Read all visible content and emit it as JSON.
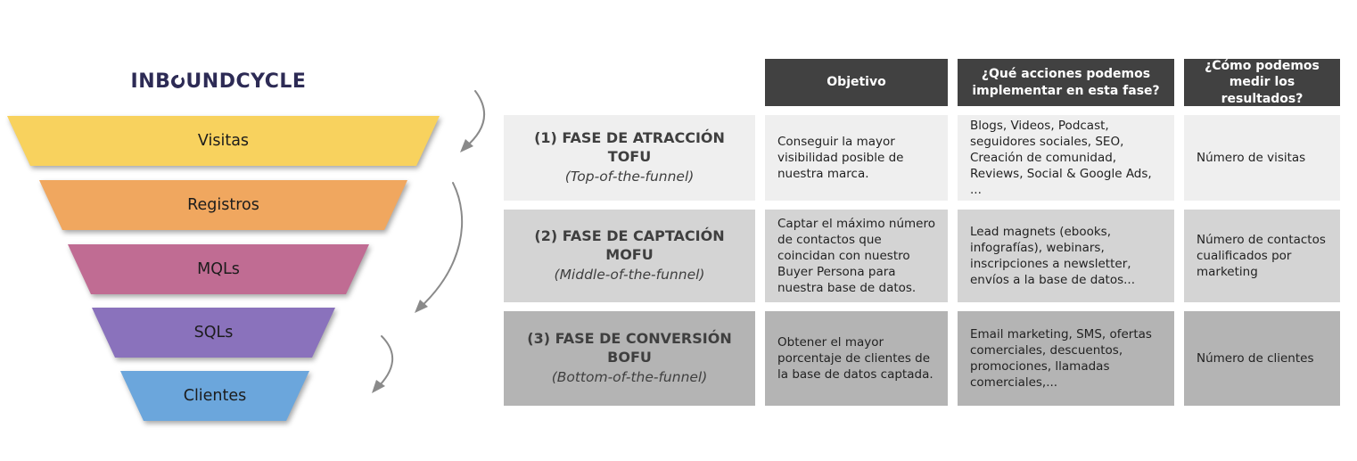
{
  "brand": {
    "logo_text": "INBOUNDCYCLE",
    "logo_pre": "INB",
    "logo_post": "UNDCYCLE",
    "color": "#2D2B55"
  },
  "colors": {
    "header_bg": "#414141",
    "header_text": "#FFFFFF",
    "arrow": "#8A8A8A",
    "phase_text": "#3F3F3F",
    "cell_text": "#222222"
  },
  "funnel": {
    "stages": [
      {
        "label": "Visitas",
        "color": "#F8D25E"
      },
      {
        "label": "Registros",
        "color": "#F0A75F"
      },
      {
        "label": "MQLs",
        "color": "#C06C93"
      },
      {
        "label": "SQLs",
        "color": "#8A72BC"
      },
      {
        "label": "Clientes",
        "color": "#6BA6DC"
      }
    ]
  },
  "table": {
    "headers": [
      "Objetivo",
      "¿Qué acciones podemos implementar en esta fase?",
      "¿Cómo podemos medir los resultados?"
    ],
    "rows": [
      {
        "phase_title": "(1) FASE DE ATRACCIÓN TOFU",
        "phase_subtitle": "(Top-of-the-funnel)",
        "objective": "Conseguir la mayor visibilidad posible de nuestra marca.",
        "actions": "Blogs, Videos, Podcast, seguidores sociales, SEO, Creación de comunidad, Reviews, Social & Google Ads, ...",
        "measurement": "Número de visitas",
        "bg": "#EFEFEF"
      },
      {
        "phase_title": "(2) FASE DE CAPTACIÓN MOFU",
        "phase_subtitle": "(Middle-of-the-funnel)",
        "objective": "Captar el máximo número de contactos que coincidan con nuestro Buyer Persona para nuestra base de datos.",
        "actions": "Lead magnets (ebooks, infografías), webinars, inscripciones a newsletter, envíos a la base de datos...",
        "measurement": "Número de contactos cualificados por marketing",
        "bg": "#D4D4D4"
      },
      {
        "phase_title": "(3) FASE DE CONVERSIÓN BOFU",
        "phase_subtitle": "(Bottom-of-the-funnel)",
        "objective": "Obtener el mayor porcentaje de clientes de la base de datos captada.",
        "actions": "Email marketing, SMS, ofertas comerciales, descuentos, promociones, llamadas comerciales,...",
        "measurement": "Número de clientes",
        "bg": "#B4B4B4"
      }
    ]
  }
}
